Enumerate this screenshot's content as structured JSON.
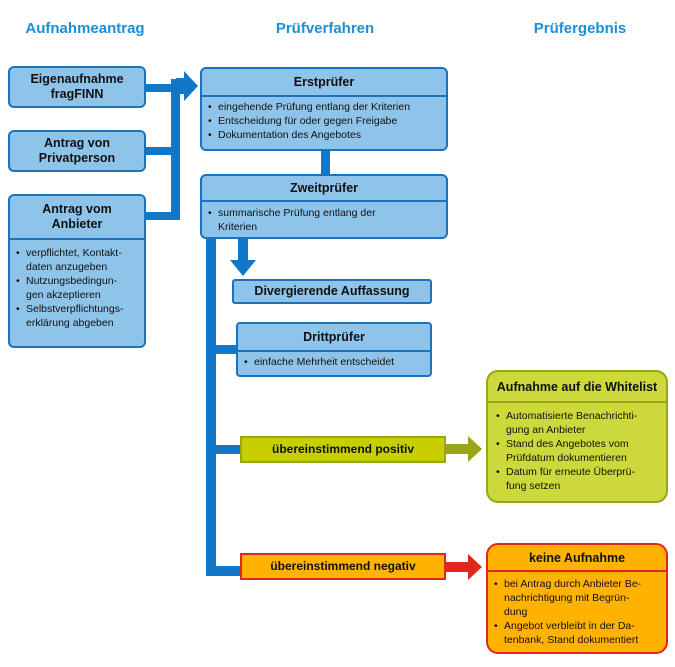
{
  "columns": {
    "left": "Aufnahmeantrag",
    "middle": "Prüfverfahren",
    "right": "Prüfergebnis"
  },
  "sources": {
    "eigenaufnahme": [
      "Eigenaufnahme",
      "fragFINN"
    ],
    "privatperson": [
      "Antrag von",
      "Privatperson"
    ],
    "anbieter": {
      "title": [
        "Antrag vom",
        "Anbieter"
      ],
      "items": [
        [
          "verpflichtet, Kontakt-",
          "daten anzugeben"
        ],
        [
          "Nutzungsbedingun-",
          "gen akzeptieren"
        ],
        [
          "Selbstverpflichtungs-",
          "erklärung abgeben"
        ]
      ]
    }
  },
  "erstpruefer": {
    "title": "Erstprüfer",
    "items": [
      "eingehende Prüfung entlang der Kriterien",
      "Entscheidung für oder gegen Freigabe",
      "Dokumentation des Angebotes"
    ]
  },
  "zweitpruefer": {
    "title": "Zweitprüfer",
    "items": [
      [
        "summarische Prüfung entlang der",
        "Kriterien"
      ]
    ]
  },
  "divergierend": "Divergierende Auffassung",
  "drittpruefer": {
    "title": "Drittprüfer",
    "items": [
      "einfache Mehrheit entscheidet"
    ]
  },
  "positiv": "übereinstimmend positiv",
  "negativ": "übereinstimmend negativ",
  "whitelist": {
    "title": "Aufnahme auf die Whitelist",
    "items": [
      [
        "Automatisierte Benachrichti-",
        "gung an Anbieter"
      ],
      [
        "Stand des Angebotes vom",
        "Prüfdatum dokumentieren"
      ],
      [
        "Datum für erneute Überprü-",
        "fung setzen"
      ]
    ]
  },
  "keine": {
    "title": "keine Aufnahme",
    "items": [
      [
        "bei Antrag durch Anbieter Be-",
        "nachrichtigung mit Begrün-",
        "dung"
      ],
      [
        "Angebot verbleibt in der Da-",
        "tenbank, Stand dokumentiert"
      ]
    ]
  },
  "colors": {
    "blue_box": "#8ec3ea",
    "blue_border": "#1a73c0",
    "connector_blue": "#1177c9",
    "heading_blue": "#1b8fd6",
    "green_fill": "#c7cf00",
    "green_border": "#98a516",
    "green_box": "#cdd83a",
    "orange_fill": "#ffb300",
    "red_border": "#e1261c"
  }
}
